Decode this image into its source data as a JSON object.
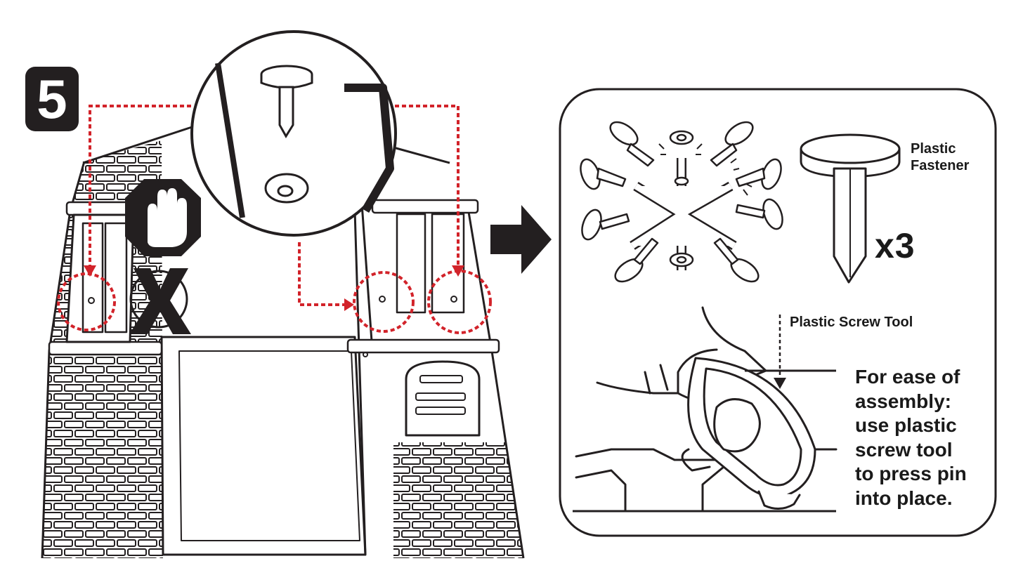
{
  "step": {
    "number": "5"
  },
  "callouts": {
    "fastener_label_line1": "Plastic",
    "fastener_label_line2": "Fastener",
    "quantity": "x3",
    "tool_label": "Plastic Screw Tool"
  },
  "instruction": {
    "lines": [
      "For ease of",
      "assembly:",
      "use plastic",
      "screw tool",
      "to press pin",
      "into place."
    ]
  },
  "icons": [
    "stop-hand-icon",
    "x-mark-icon",
    "right-arrow-icon"
  ],
  "colors": {
    "ink": "#231f20",
    "accent_red": "#d2232a",
    "background": "#ffffff"
  }
}
